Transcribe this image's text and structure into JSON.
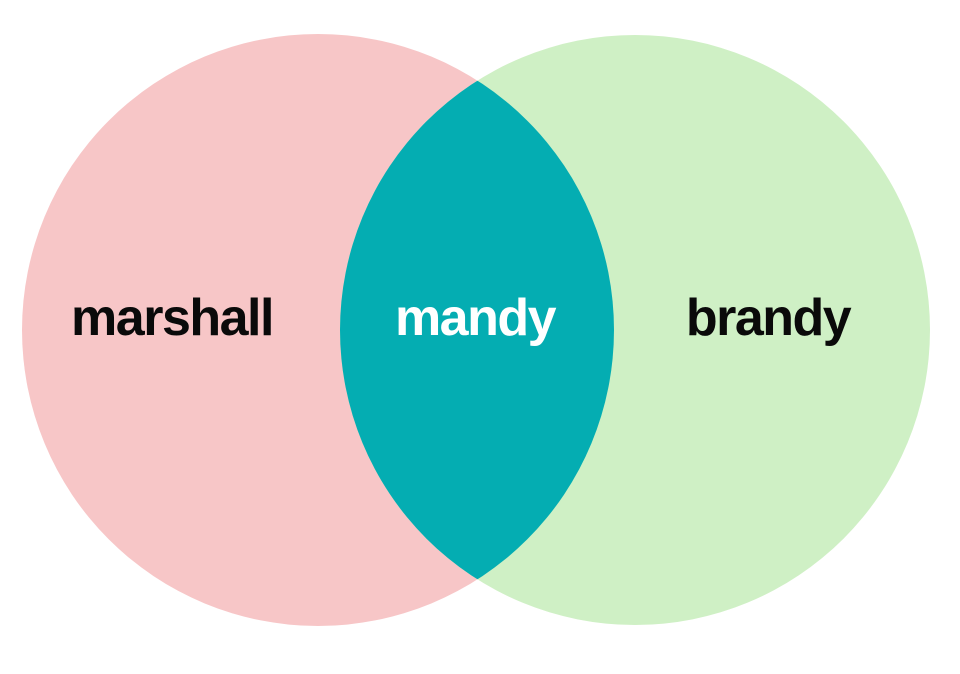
{
  "diagram": {
    "type": "venn",
    "sets": [
      {
        "label": "marshall",
        "color": "#F7C6C7"
      },
      {
        "label": "brandy",
        "color": "#CFF0C5"
      }
    ],
    "intersection": {
      "label": "mandy",
      "color": "#04ADB2"
    },
    "label_colors": {
      "sets": "#0A0A0A",
      "intersection": "#FFFFFF"
    }
  }
}
